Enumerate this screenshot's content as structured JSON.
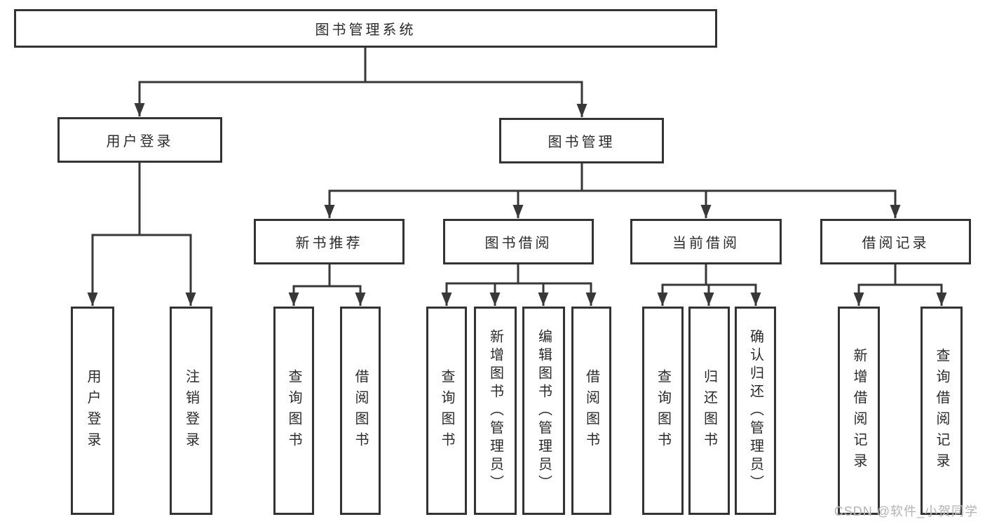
{
  "diagram": {
    "root": {
      "label": "图书管理系统"
    },
    "level2": {
      "user_login": {
        "label": "用户登录"
      },
      "book_management": {
        "label": "图书管理"
      }
    },
    "level3": {
      "new_book_recommend": {
        "label": "新书推荐"
      },
      "book_borrow": {
        "label": "图书借阅"
      },
      "current_borrow": {
        "label": "当前借阅"
      },
      "borrow_records": {
        "label": "借阅记录"
      }
    },
    "leaves": {
      "user_login_leaf": {
        "label": "用户登录"
      },
      "logout": {
        "label": "注销登录"
      },
      "query_book_1": {
        "label": "查询图书"
      },
      "borrow_book_1": {
        "label": "借阅图书"
      },
      "query_book_2": {
        "label": "查询图书"
      },
      "add_book_admin": {
        "label": "新增图书（管理员）"
      },
      "edit_book_admin": {
        "label": "编辑图书（管理员）"
      },
      "borrow_book_2": {
        "label": "借阅图书"
      },
      "query_book_3": {
        "label": "查询图书"
      },
      "return_book": {
        "label": "归还图书"
      },
      "confirm_return_admin": {
        "label": "确认归还（管理员）"
      },
      "add_borrow_record": {
        "label": "新增借阅记录"
      },
      "query_borrow_record": {
        "label": "查询借阅记录"
      }
    }
  },
  "watermark": {
    "text": "CSDN @软件_小贺同学"
  },
  "colors": {
    "line": "#383838",
    "box_border": "#333333",
    "box_fill": "#ffffff",
    "text": "#2b2b2b",
    "watermark": "#b3b3b3"
  }
}
